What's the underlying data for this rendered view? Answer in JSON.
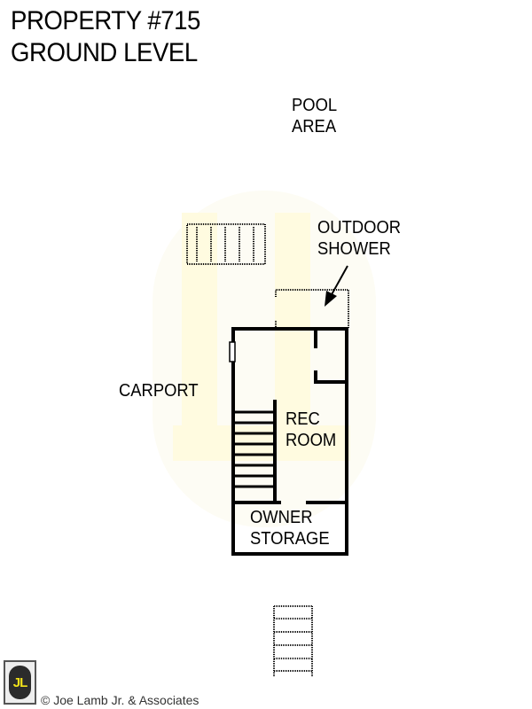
{
  "header": {
    "title_line1": "PROPERTY #715",
    "title_line2": "GROUND LEVEL"
  },
  "labels": {
    "pool_area_line1": "POOL",
    "pool_area_line2": "AREA",
    "outdoor_shower_line1": "OUTDOOR",
    "outdoor_shower_line2": "SHOWER",
    "carport": "CARPORT",
    "rec_room_line1": "REC",
    "rec_room_line2": "ROOM",
    "owner_storage_line1": "OWNER",
    "owner_storage_line2": "STORAGE"
  },
  "footer": {
    "logo_text": "JL",
    "copyright": "© Joe Lamb Jr. & Associates"
  },
  "colors": {
    "wall": "#000000",
    "watermark": "#fffbe6",
    "logo_yellow": "#f2e21a",
    "logo_dark": "#2b2b2b"
  }
}
